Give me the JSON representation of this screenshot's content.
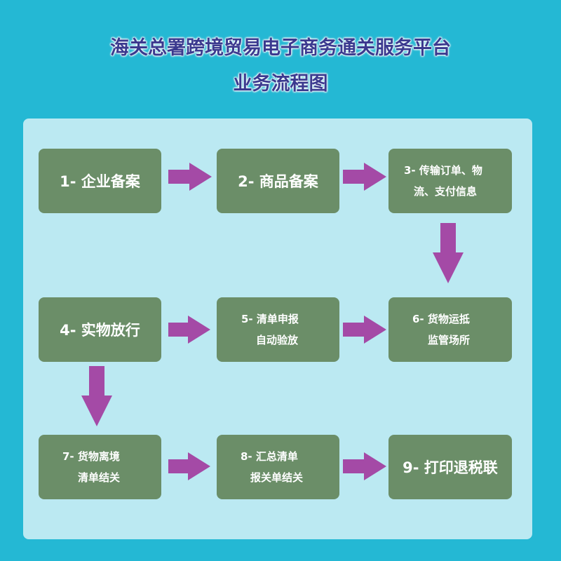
{
  "title": {
    "line1": "海关总署跨境贸易电子商务通关服务平台",
    "line2": "业务流程图"
  },
  "steps": [
    {
      "lines": [
        "1- 企业备案"
      ]
    },
    {
      "lines": [
        "2- 商品备案"
      ]
    },
    {
      "lines": [
        "3- 传输订单、物",
        "流、支付信息"
      ]
    },
    {
      "lines": [
        "4- 实物放行"
      ]
    },
    {
      "lines": [
        "5- 清单申报",
        "自动验放"
      ]
    },
    {
      "lines": [
        "6- 货物运抵",
        "监管场所"
      ]
    },
    {
      "lines": [
        "7- 货物离境",
        "清单结关"
      ]
    },
    {
      "lines": [
        "8- 汇总清单",
        "报关单结关"
      ]
    },
    {
      "lines": [
        "9- 打印退税联"
      ]
    }
  ],
  "colors": {
    "background": "#24b8d4",
    "panel": "#bbe9f2",
    "step_box": "#6b8e68",
    "arrow": "#a44aa6",
    "title_text": "#3b3a8f"
  }
}
